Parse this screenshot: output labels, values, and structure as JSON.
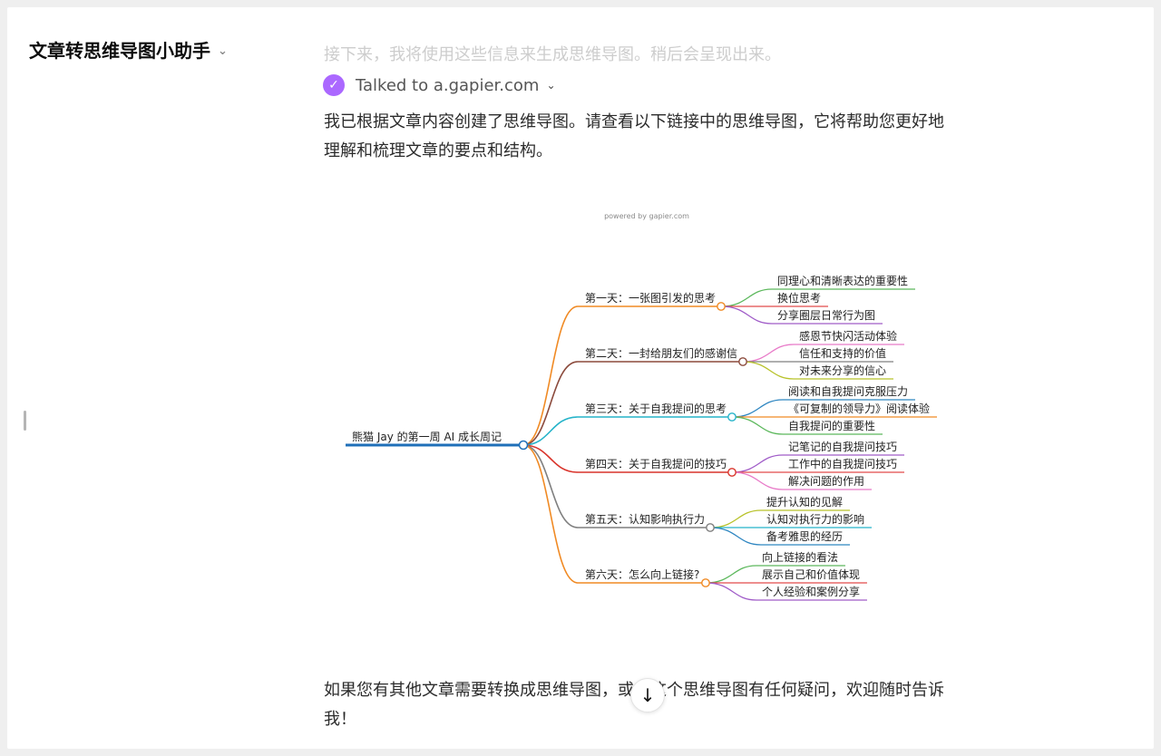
{
  "gpt": {
    "title": "文章转思维导图小助手",
    "chevron_icon": "chevron-down-icon"
  },
  "chat": {
    "faded_line": "接下来，我将使用这些信息来生成思维导图。稍后会呈现出来。",
    "tool": {
      "label": "Talked to a.gapier.com",
      "check": "✓"
    },
    "response": "我已根据文章内容创建了思维导图。请查看以下链接中的思维导图，它将帮助您更好地理解和梳理文章的要点和结构。",
    "closing": "如果您有其他文章需要转换成思维导图，或对这个思维导图有任何疑问，欢迎随时告诉我！"
  },
  "mindmap": {
    "powered_by": "powered by gapier.com",
    "root": {
      "label": "熊猫 Jay 的第一周 AI 成长周记",
      "color": "#1f6fb8"
    },
    "branches": [
      {
        "label": "第一天：一张图引发的思考",
        "color": "#f08a24",
        "children": [
          {
            "label": "同理心和清晰表达的重要性",
            "color": "#5cb85c"
          },
          {
            "label": "换位思考",
            "color": "#e24b4b"
          },
          {
            "label": "分享圈层日常行为图",
            "color": "#a05cc8"
          }
        ]
      },
      {
        "label": "第二天：一封给朋友们的感谢信",
        "color": "#8b4a3c",
        "children": [
          {
            "label": "感恩节快闪活动体验",
            "color": "#e87ac8"
          },
          {
            "label": "信任和支持的价值",
            "color": "#7f7f7f"
          },
          {
            "label": "对未来分享的信心",
            "color": "#b8c22a"
          }
        ]
      },
      {
        "label": "第三天：关于自我提问的思考",
        "color": "#25b3c9",
        "children": [
          {
            "label": "阅读和自我提问克服压力",
            "color": "#2e86c1"
          },
          {
            "label": "《可复制的领导力》阅读体验",
            "color": "#f08a24"
          },
          {
            "label": "自我提问的重要性",
            "color": "#5cb85c"
          }
        ]
      },
      {
        "label": "第四天：关于自我提问的技巧",
        "color": "#d9342b",
        "children": [
          {
            "label": "记笔记的自我提问技巧",
            "color": "#a05cc8"
          },
          {
            "label": "工作中的自我提问技巧",
            "color": "#e24b4b"
          },
          {
            "label": "解决问题的作用",
            "color": "#e87ac8"
          }
        ]
      },
      {
        "label": "第五天：认知影响执行力",
        "color": "#7f7f7f",
        "children": [
          {
            "label": "提升认知的见解",
            "color": "#b8c22a"
          },
          {
            "label": "认知对执行力的影响",
            "color": "#25b3c9"
          },
          {
            "label": "备考雅思的经历",
            "color": "#2e86c1"
          }
        ]
      },
      {
        "label": "第六天：怎么向上链接?",
        "color": "#f08a24",
        "children": [
          {
            "label": "向上链接的看法",
            "color": "#5cb85c"
          },
          {
            "label": "展示自己和价值体现",
            "color": "#e24b4b"
          },
          {
            "label": "个人经验和案例分享",
            "color": "#a05cc8"
          }
        ]
      }
    ]
  },
  "controls": {
    "scroll_down": "↓"
  }
}
